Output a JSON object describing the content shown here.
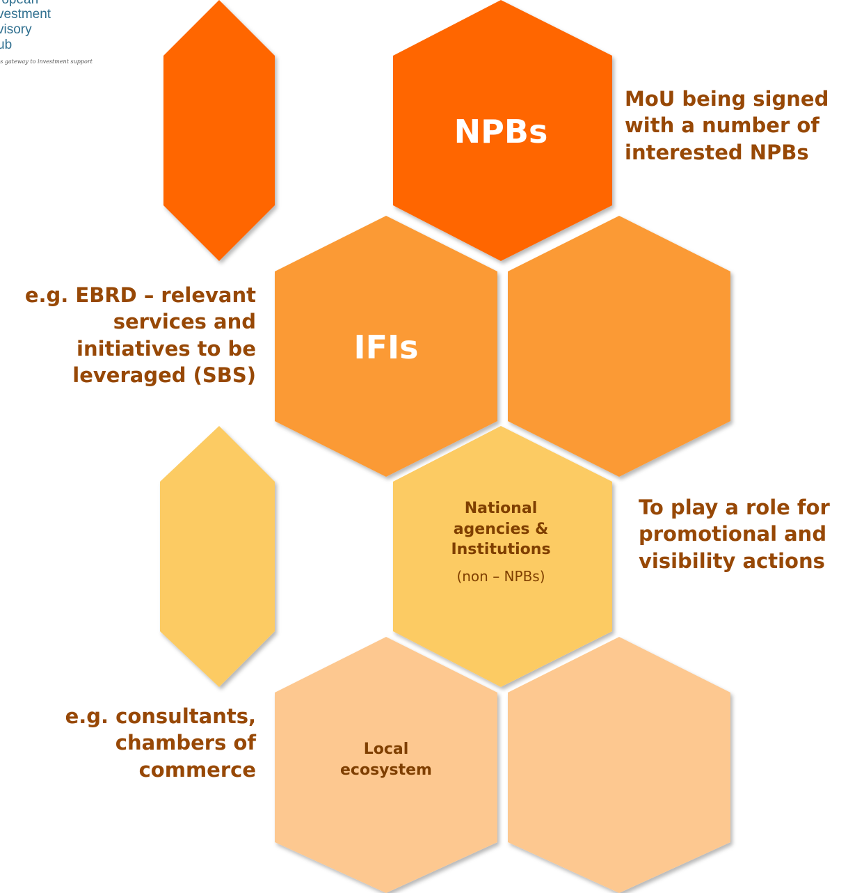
{
  "logo": {
    "lines": [
      "ropean",
      "vestment",
      "visory",
      "ub"
    ],
    "tagline": "'s gateway to investment support",
    "color": "#2f6f8f"
  },
  "colors": {
    "npb": "#ff6600",
    "ifi": "#fb9a34",
    "national": "#fccb63",
    "local": "#fdc890",
    "note_text": "#974806"
  },
  "hexagons": {
    "npbs": {
      "label": "NPBs"
    },
    "ifis": {
      "label": "IFIs"
    },
    "national": {
      "label": "National agencies & Institutions",
      "sublabel": "(non – NPBs)"
    },
    "local": {
      "label": "Local ecosystem"
    }
  },
  "notes": {
    "npbs": [
      "MoU being signed",
      "with a number of",
      "interested NPBs"
    ],
    "ifis": [
      "e.g. EBRD – relevant",
      "services and",
      "initiatives to be",
      "leveraged (SBS)"
    ],
    "national": [
      "To play a role for",
      "promotional and",
      "visibility actions"
    ],
    "local": [
      "e.g. consultants,",
      "chambers of",
      "commerce"
    ]
  }
}
